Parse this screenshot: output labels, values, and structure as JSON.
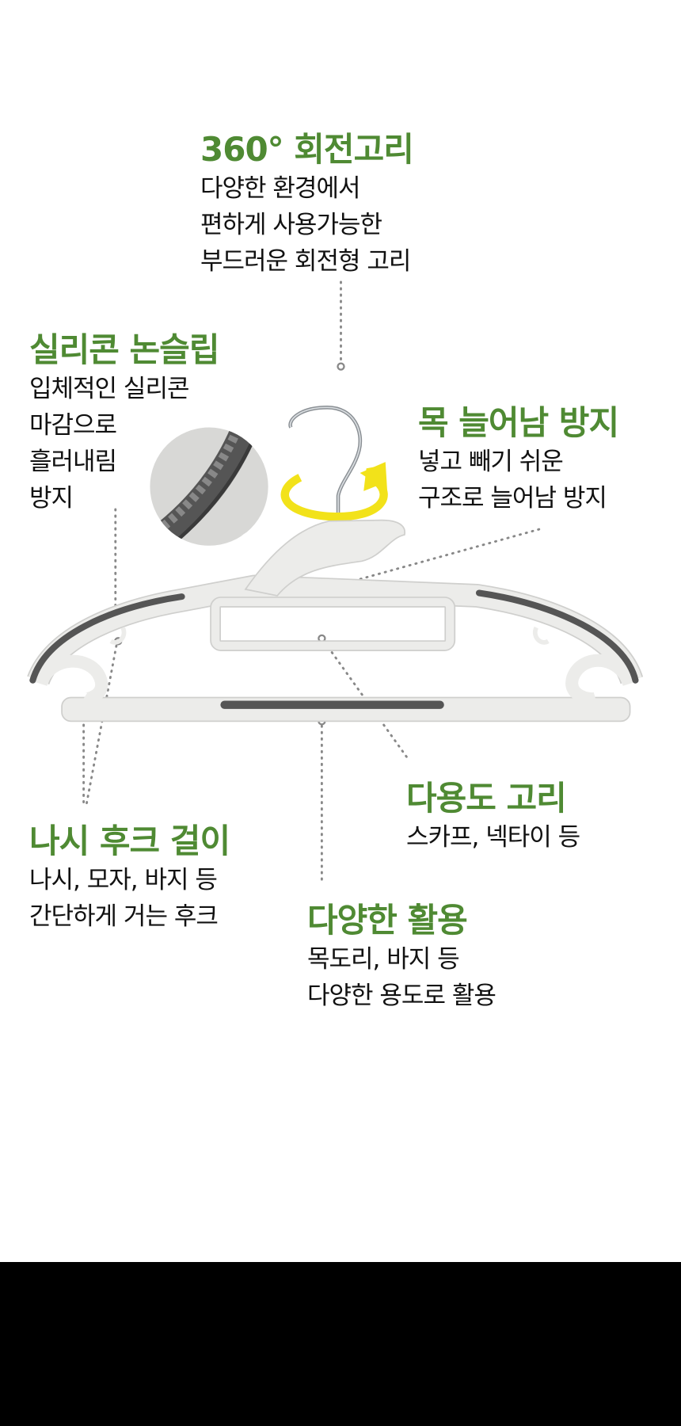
{
  "features": {
    "swivel": {
      "title": "360° 회전고리",
      "lines": [
        "다양한 환경에서",
        "편하게 사용가능한",
        "부드러운 회전형 고리"
      ]
    },
    "silicone": {
      "title": "실리콘 논슬립",
      "lines": [
        "입체적인 실리콘",
        "마감으로",
        "흘러내림",
        "방지"
      ]
    },
    "neck": {
      "title": "목 늘어남 방지",
      "lines": [
        "넣고 빼기 쉬운",
        "구조로 늘어남 방지"
      ]
    },
    "multi_hook": {
      "title": "다용도 고리",
      "lines": [
        "스카프, 넥타이 등"
      ]
    },
    "strap_hook": {
      "title": "나시 후크 걸이",
      "lines": [
        "나시, 모자, 바지 등",
        "간단하게 거는 후크"
      ]
    },
    "versatile": {
      "title": "다양한 활용",
      "lines": [
        "목도리, 바지 등",
        "다양한 용도로 활용"
      ]
    }
  },
  "colors": {
    "accent": "#4f8a33",
    "rotation_arrow": "#f2e21a",
    "silicone": "#555555",
    "hanger": "#ececea"
  }
}
